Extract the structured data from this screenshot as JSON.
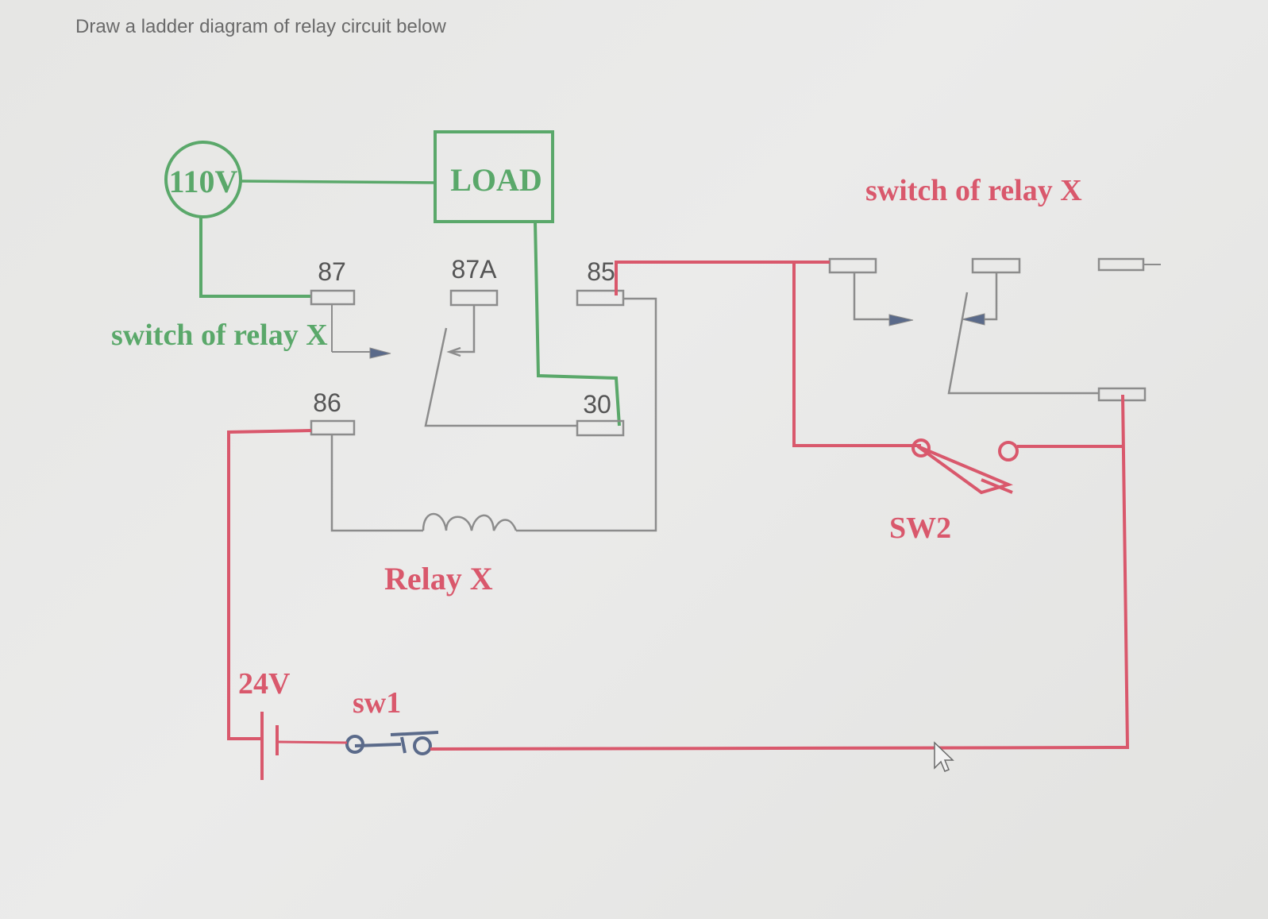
{
  "question": "Draw a ladder diagram of relay circuit below",
  "colors": {
    "green": "#5aa86a",
    "red": "#d9586c",
    "gray": "#8c8c8c",
    "blue": "#5a6a8a",
    "label": "#555555"
  },
  "labels": {
    "source_110": "110V",
    "load": "LOAD",
    "pin_87": "87",
    "pin_87a": "87A",
    "pin_85": "85",
    "pin_86": "86",
    "pin_30": "30",
    "switch_left": "switch of relay X",
    "switch_right": "switch of relay X",
    "relay": "Relay X",
    "sw2": "SW2",
    "source_24": "24V",
    "sw1": "sw1"
  }
}
